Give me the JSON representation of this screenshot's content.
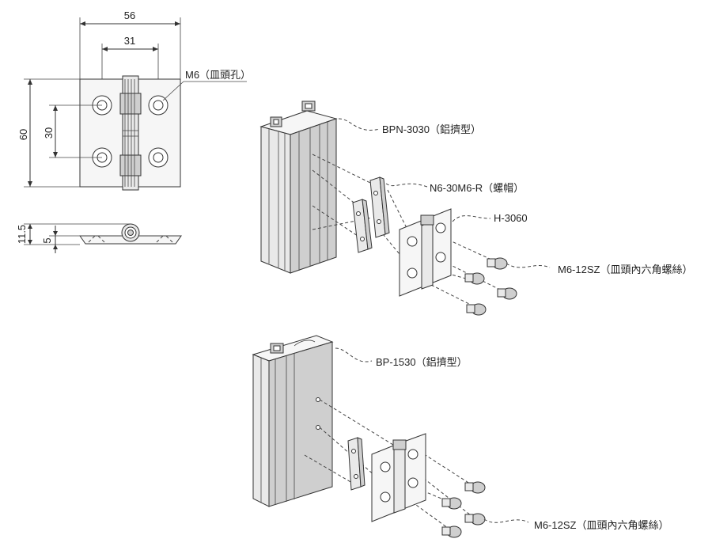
{
  "dimensions": {
    "overall_width": "56",
    "hole_spacing_x": "31",
    "overall_height": "60",
    "hole_spacing_y": "30",
    "total_thickness": "11.5",
    "leaf_thickness": "5"
  },
  "hole_note": "M6（皿頭孔）",
  "assembly_top": {
    "profile": "BPN-3030（鋁擠型）",
    "nut": "N6-30M6-R（螺帽）",
    "hinge": "H-3060",
    "screw": "M6-12SZ（皿頭內六角螺絲）"
  },
  "assembly_bottom": {
    "profile": "BP-1530（鋁擠型）",
    "screw": "M6-12SZ（皿頭內六角螺絲）"
  }
}
